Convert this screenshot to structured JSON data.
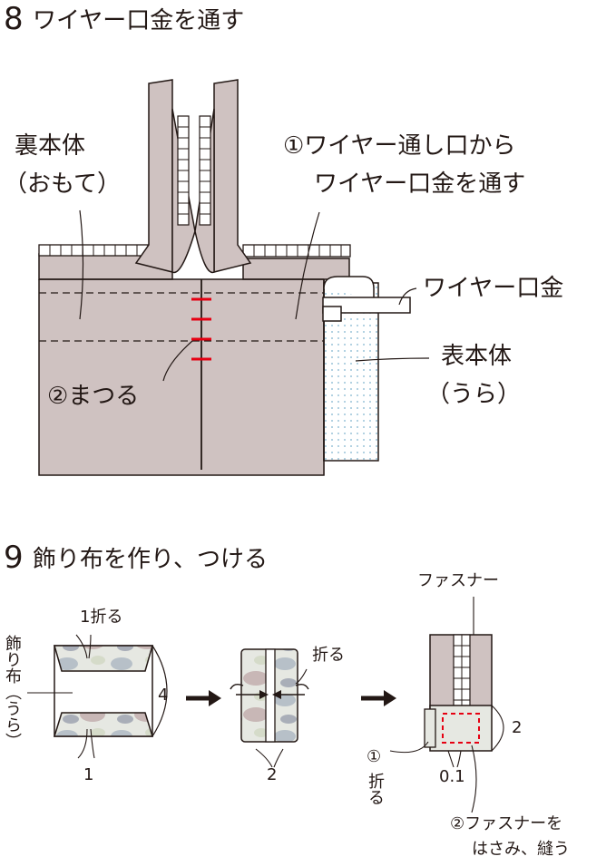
{
  "step8": {
    "number": "8",
    "title": "ワイヤー口金を通す",
    "labels": {
      "ura_line1": "裏本体",
      "ura_line2": "（おもて）",
      "instr1_line1": "①ワイヤー通し口から",
      "instr1_line2": "ワイヤー口金を通す",
      "wire": "ワイヤー口金",
      "omote_line1": "表本体",
      "omote_line2": "（うら）",
      "matsuru": "②まつる"
    }
  },
  "step9": {
    "number": "9",
    "title": "飾り布を作り、つける",
    "labels": {
      "fold1_top": "1折る",
      "side_label": "飾り布（うら）",
      "dim_4": "4",
      "dim_1": "1",
      "fold": "折る",
      "dim_2a": "2",
      "zipper": "ファスナー",
      "dim_2b": "2",
      "dim_01": "0.1",
      "fold_marker": "①",
      "fold_vert": "折る",
      "sew_line1": "②ファスナーを",
      "sew_line2": "はさみ、縫う"
    }
  },
  "colors": {
    "fabric": "#cfc2c1",
    "outline": "#231815",
    "accent_red": "#e60012",
    "dots": "#9bc3d8"
  }
}
